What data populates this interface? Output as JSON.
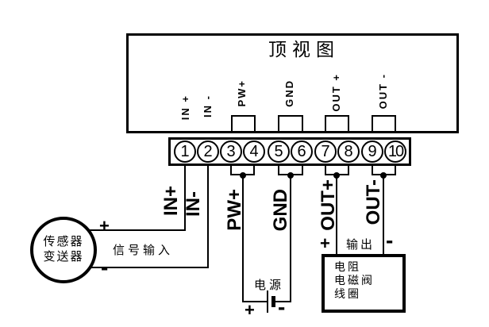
{
  "title": "顶视图",
  "top_labels": [
    "IN +",
    "IN -",
    "PW+",
    "GND",
    "OUT +",
    "OUT -"
  ],
  "terminals": [
    "1",
    "2",
    "3",
    "4",
    "5",
    "6",
    "7",
    "8",
    "9",
    "10"
  ],
  "wire_labels": [
    "IN+",
    "IN-",
    "PW+",
    "GND",
    "OUT+",
    "OUT-"
  ],
  "sensor": {
    "name_line1": "传感器",
    "name_line2": "变送器",
    "plus": "+",
    "minus": "-",
    "signal_label": "信号输入"
  },
  "power": {
    "label": "电源",
    "plus": "+",
    "minus": "-"
  },
  "output": {
    "label": "输出",
    "plus": "+",
    "minus": "-"
  },
  "load": {
    "line1": "电阻",
    "line2": "电磁阀",
    "line3": "线圈"
  },
  "colors": {
    "ink": "#000000",
    "paper": "#ffffff"
  }
}
